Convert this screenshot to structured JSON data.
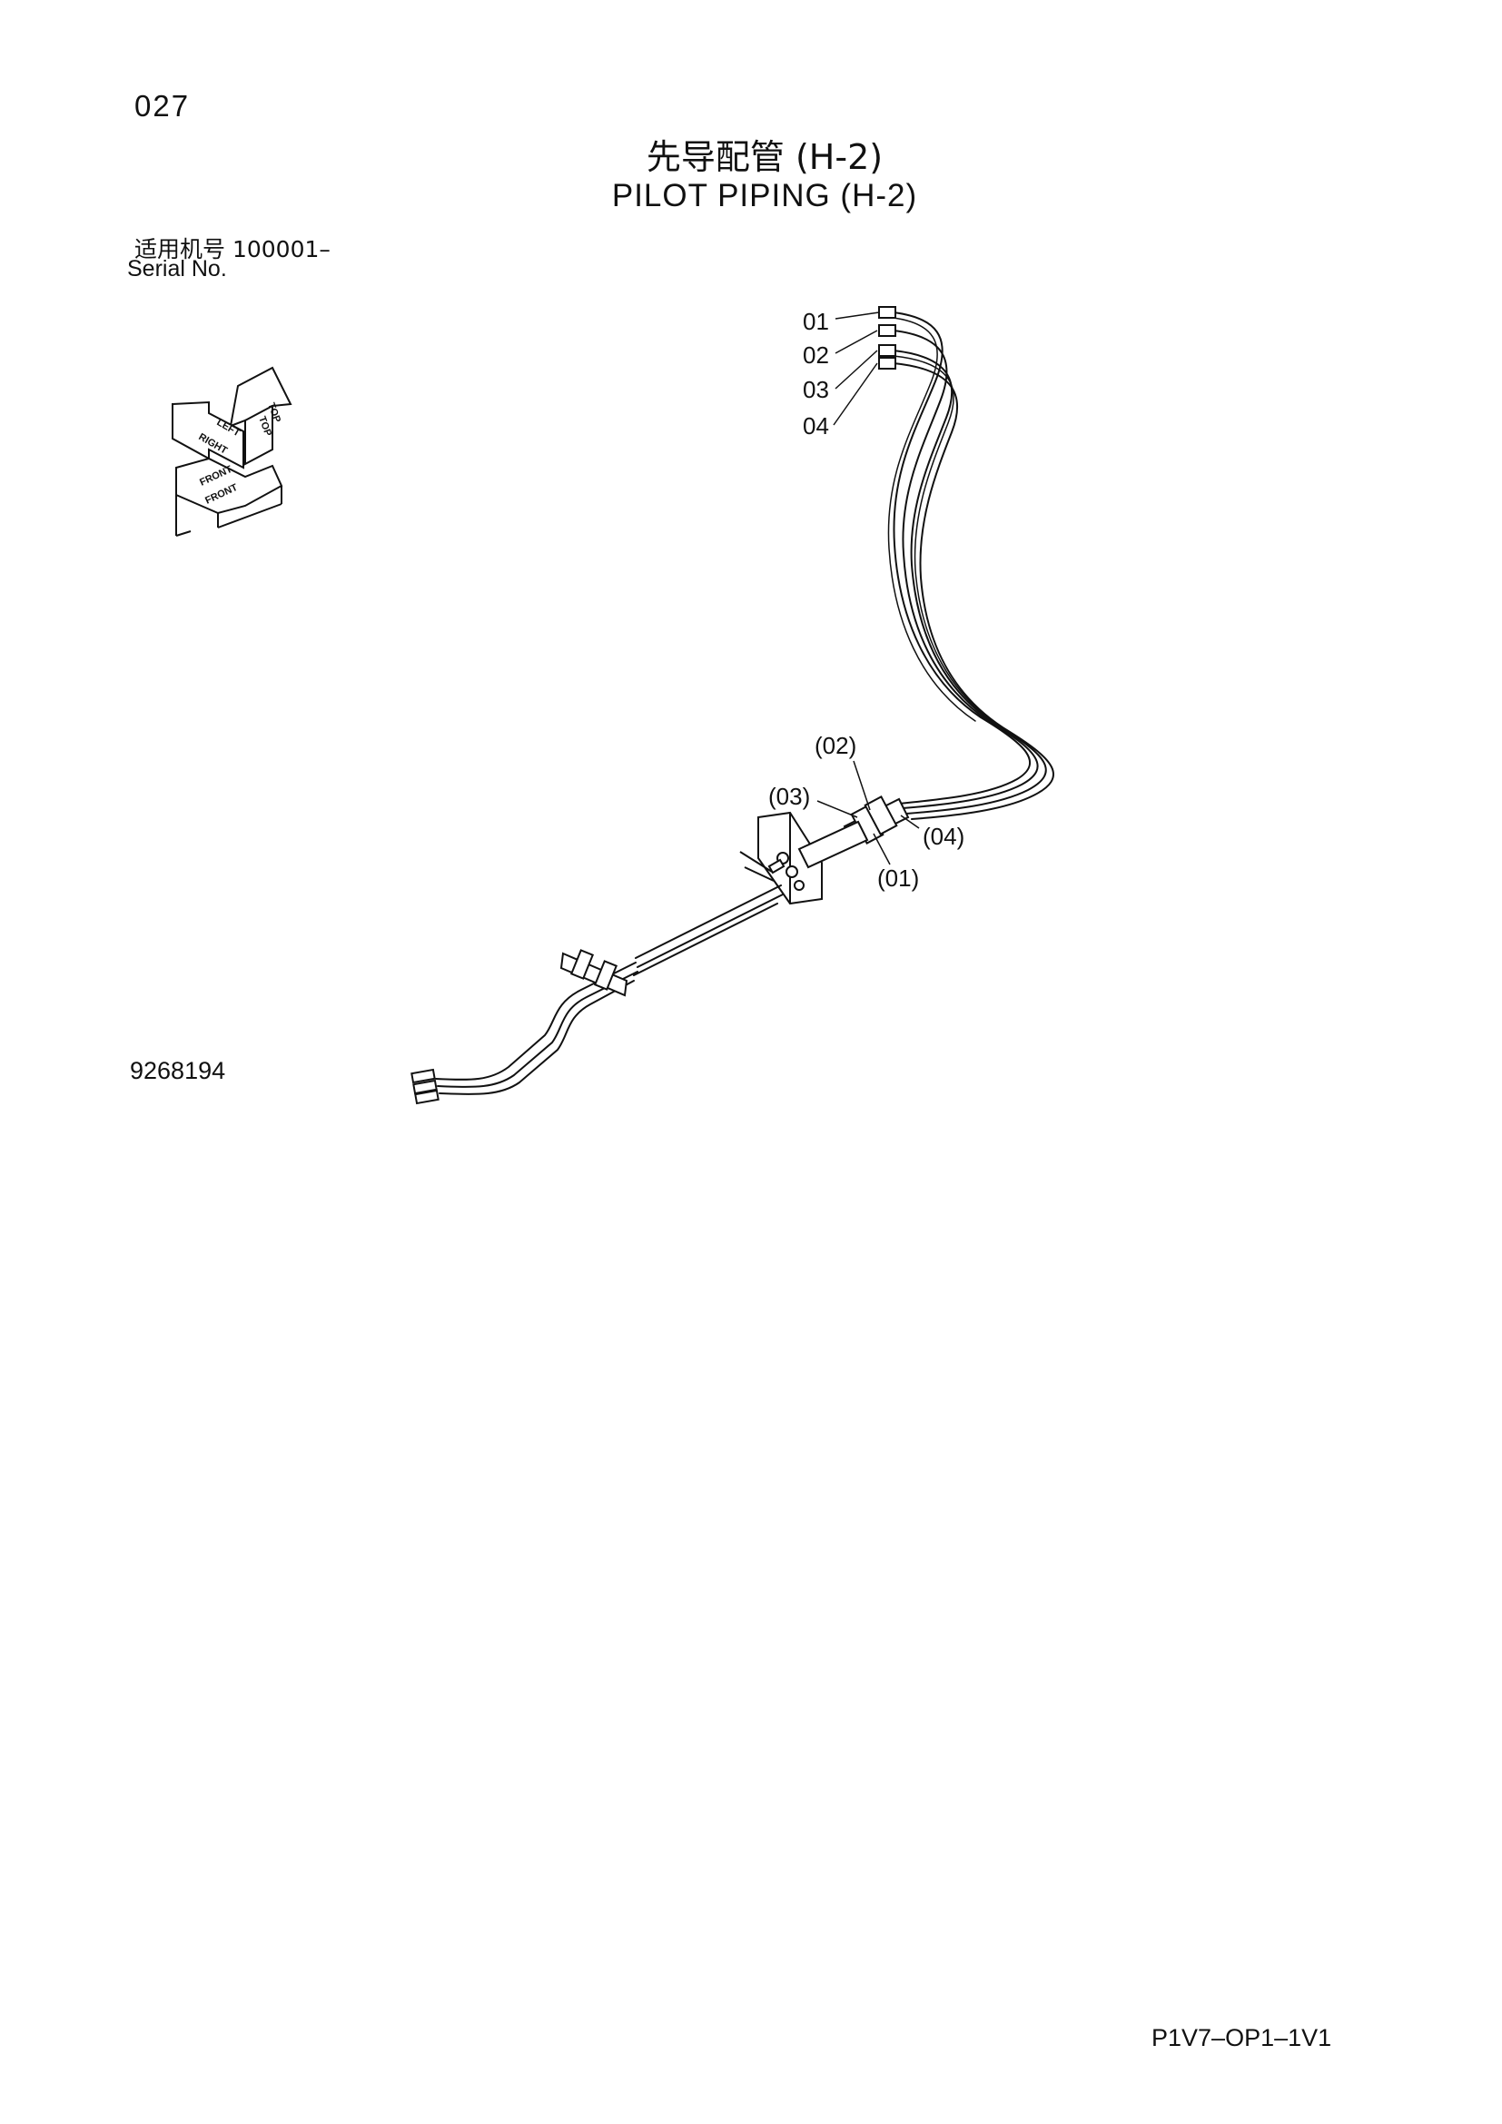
{
  "page": {
    "number": "027",
    "title_cn": "先导配管 (H-2)",
    "title_en": "PILOT  PIPING (H-2)",
    "serial_cn": "适用机号  100001–",
    "serial_en": "Serial No.",
    "figure_number": "9268194",
    "doc_code": "P1V7–OP1–1V1"
  },
  "orientation": {
    "top": "TOP",
    "left": "LEFT",
    "right": "RIGHT",
    "front": "FRONT"
  },
  "callouts": {
    "c01": "01",
    "c02": "02",
    "c03": "03",
    "c04": "04",
    "p02": "(02)",
    "p03": "(03)",
    "p04": "(04)",
    "p01": "(01)"
  }
}
